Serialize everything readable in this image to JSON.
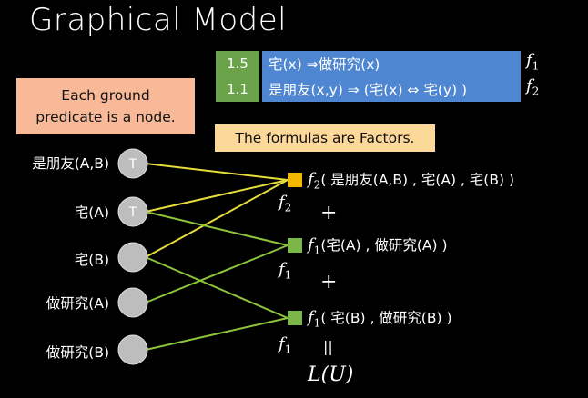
{
  "title": "Graphical Model",
  "formulas": [
    {
      "weight": "1.5",
      "text": "宅(x) ⇒做研究(x)",
      "factor": "f",
      "sub": "1"
    },
    {
      "weight": "1.1",
      "text": "是朋友(x,y) ⇒ (宅(x) ⇔ 宅(y) )",
      "factor": "f",
      "sub": "2"
    }
  ],
  "note_nodes": [
    "Each ground",
    "predicate is a node."
  ],
  "note_factors": "The formulas are  Factors.",
  "nodes": [
    {
      "label": "是朋友(A,B)",
      "value": "T"
    },
    {
      "label": "宅(A)",
      "value": "T"
    },
    {
      "label": "宅(B)",
      "value": ""
    },
    {
      "label": "做研究(A)",
      "value": ""
    },
    {
      "label": "做研究(B)",
      "value": ""
    }
  ],
  "factors": [
    {
      "name": "f",
      "sub": "2",
      "args": "( 是朋友(A,B) , 宅(A) , 宅(B) )",
      "color": "#f5b800"
    },
    {
      "name": "f",
      "sub": "1",
      "args": " (宅(A) , 做研究(A) )",
      "color": "#7ab648"
    },
    {
      "name": "f",
      "sub": "1",
      "args": "( 宅(B) , 做研究(B) )",
      "color": "#7ab648"
    }
  ],
  "plus": "+",
  "equals": "||",
  "result": "L(U)",
  "colors": {
    "yellow_edge": "#e6dc3a",
    "green_edge": "#8cc43c",
    "node_fill": "#bdbdbd"
  }
}
